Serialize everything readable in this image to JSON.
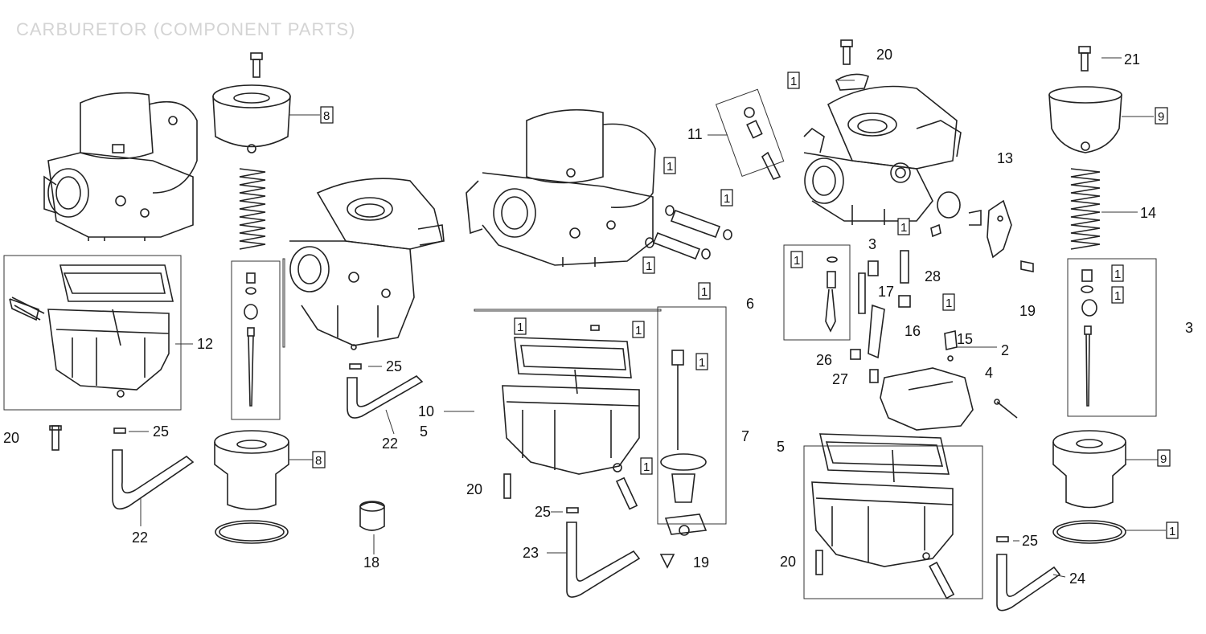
{
  "title": "CARBURETOR (COMPONENT PARTS)",
  "callouts": {
    "c20a": "20",
    "c25a": "25",
    "c22a": "22",
    "c12": "12",
    "c8a": "8",
    "c8b": "8",
    "c25b": "25",
    "c22b": "22",
    "c18": "18",
    "c10": "10",
    "c5a": "5",
    "c11": "11",
    "c1a": "1",
    "c1b": "1",
    "c1c": "1",
    "c1d": "1",
    "c1e": "1",
    "c1f": "1",
    "c1g": "1",
    "c1h": "1",
    "c20b": "20",
    "c25c": "25",
    "c23": "23",
    "c7": "7",
    "c19a": "19",
    "c20c": "20",
    "c1i": "1",
    "c13": "13",
    "c1j": "1",
    "c3a": "3",
    "c28": "28",
    "c1k": "1",
    "c17": "17",
    "c1l": "1",
    "c6": "6",
    "c16": "16",
    "c15": "15",
    "c2": "2",
    "c26": "26",
    "c27": "27",
    "c4": "4",
    "c19b": "19",
    "c5b": "5",
    "c20d": "20",
    "c25d": "25",
    "c24": "24",
    "c21": "21",
    "c9a": "9",
    "c14": "14",
    "c1m": "1",
    "c1n": "1",
    "c3b": "3",
    "c9b": "9",
    "c1o": "1"
  }
}
